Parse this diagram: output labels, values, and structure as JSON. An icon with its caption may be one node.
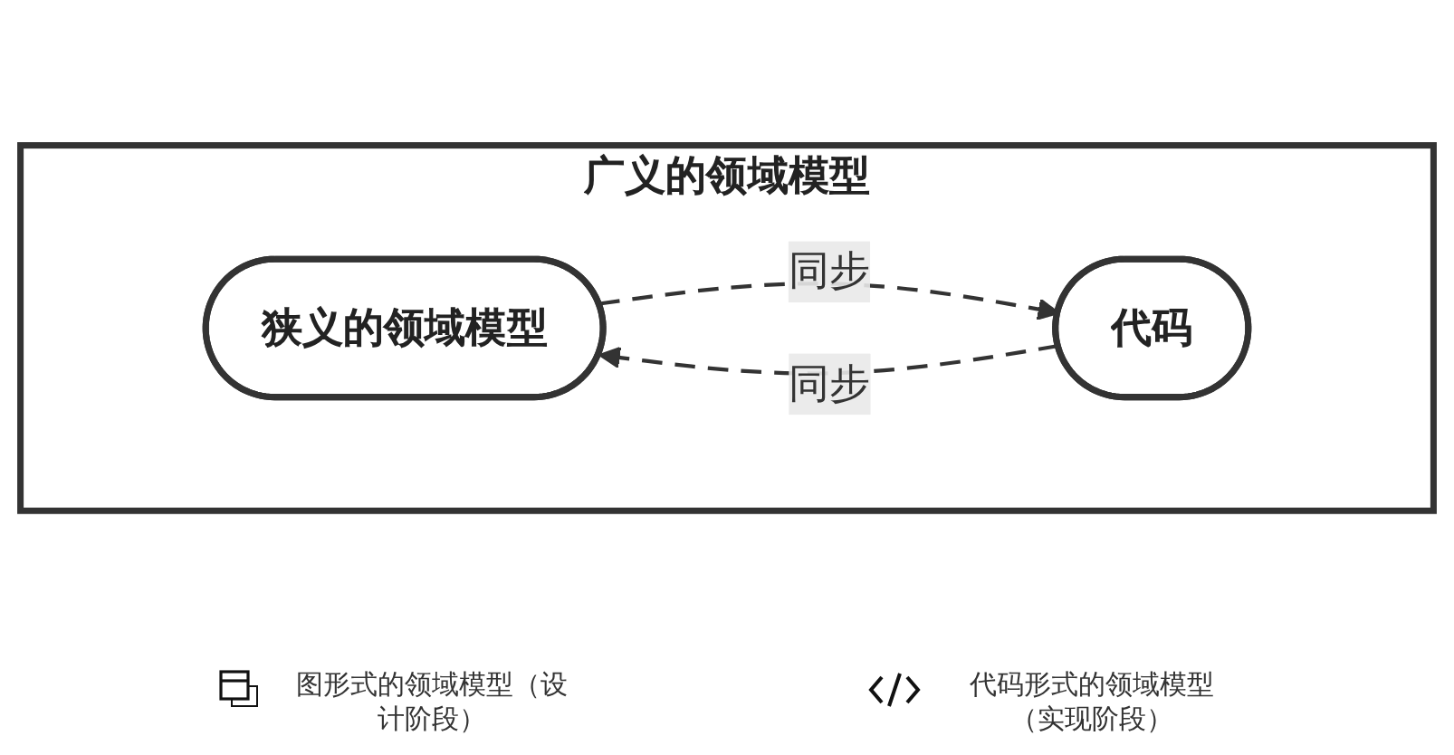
{
  "diagram": {
    "nodes": [
      {
        "text": [
          "广义的领域模型"
        ]
      },
      {
        "text": [
          "狭义的领域模型"
        ],
        "in": 0
      },
      {
        "text": [
          "代码"
        ],
        "in": 0
      }
    ],
    "edges": [
      {
        "from": 2,
        "to": 1,
        "arrow": "to",
        "label": "同步",
        "style": "dashed"
      },
      {
        "from": 1,
        "to": 2,
        "arrow": "to",
        "label": "同步",
        "style": "dashed"
      }
    ],
    "legend": [
      {
        "text": "图形式的领域模型（设计阶段）"
      },
      {
        "text": "代码形式的领域模型（实现阶段）"
      }
    ]
  }
}
